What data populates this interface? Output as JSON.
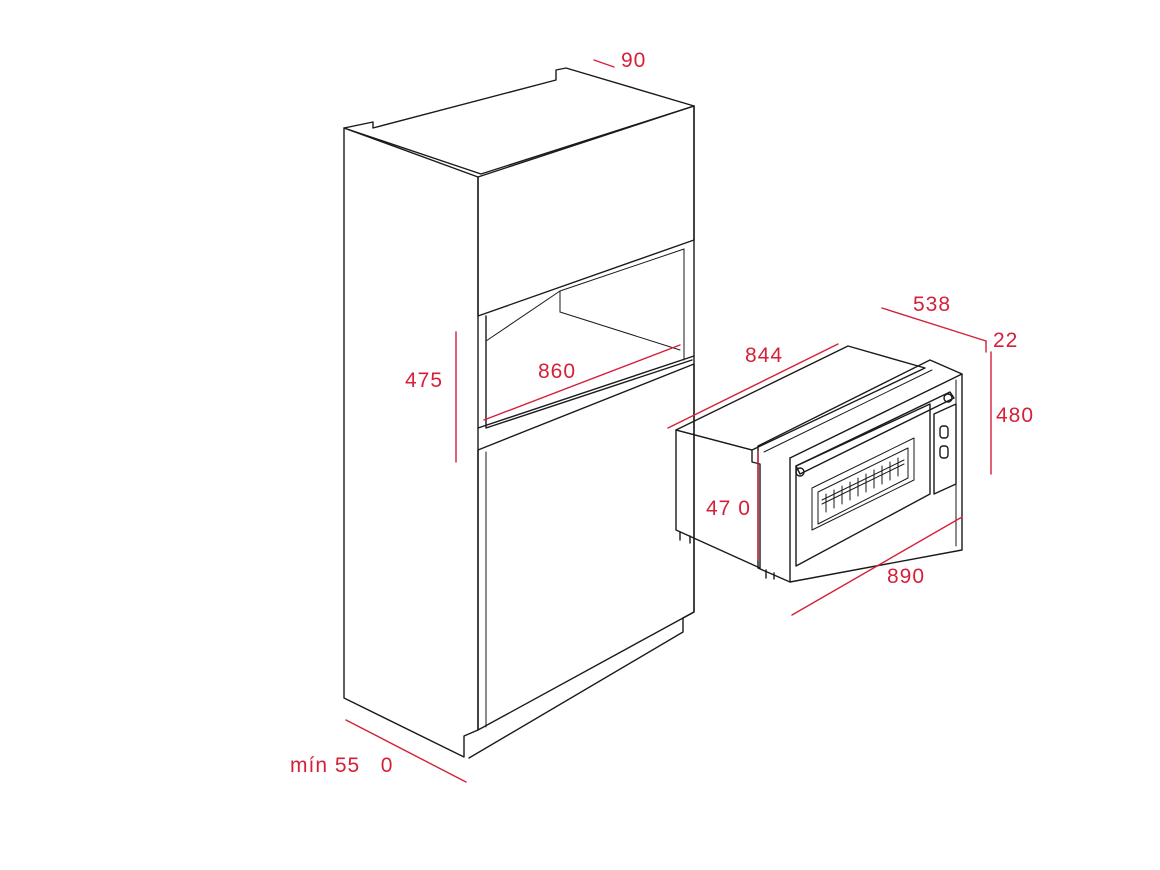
{
  "dimensions": {
    "top_gap": "90",
    "niche_height": "475",
    "niche_width": "860",
    "cabinet_depth": "mín 55   0",
    "oven_body_width": "844",
    "oven_depth": "538",
    "front_frame": "22",
    "oven_front_height": "480",
    "oven_body_height": "47 0",
    "oven_front_width": "890"
  },
  "colors": {
    "dimension": "#d6203a",
    "outline": "#1a1a1a",
    "background": "#ffffff"
  }
}
